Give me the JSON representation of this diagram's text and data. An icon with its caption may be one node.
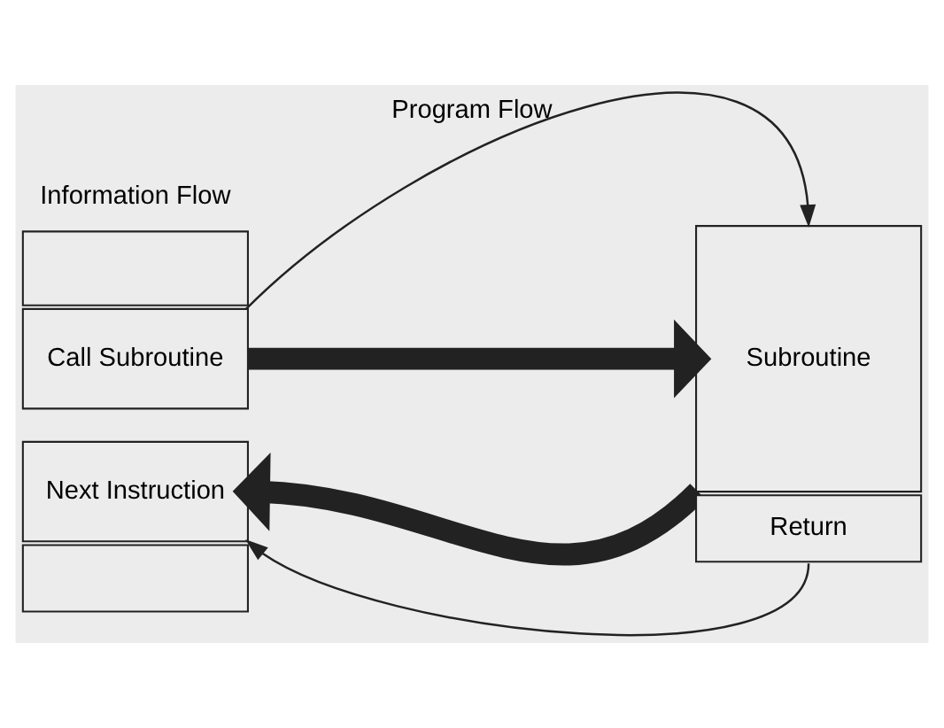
{
  "diagram": {
    "nodes": [
      {
        "text": [],
        "shape": "box"
      },
      {
        "text": [
          "Call Subroutine"
        ]
      },
      {
        "text": [
          "Next Instruction"
        ]
      },
      {
        "text": [],
        "shape": "box"
      },
      {
        "text": [
          "Subroutine"
        ]
      },
      {
        "text": [
          "Return"
        ]
      }
    ],
    "edges": [
      {
        "from": 1,
        "to": 4,
        "arrow": "to",
        "label": "Program Flow"
      },
      {
        "from": 1,
        "to": 4,
        "arrow": "to",
        "style": "thick"
      },
      {
        "from": 4,
        "to": 2,
        "arrow": "to",
        "style": "thick"
      },
      {
        "from": 5,
        "to": 2,
        "arrow": "to"
      }
    ],
    "labels": [
      "Information Flow"
    ]
  }
}
